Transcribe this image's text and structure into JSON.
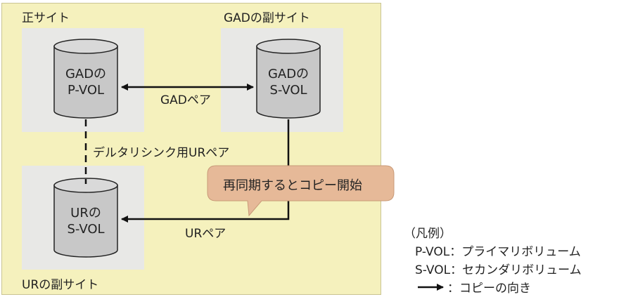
{
  "sites": {
    "primary": "正サイト",
    "gad_secondary": "GADの副サイト",
    "ur_secondary": "URの副サイト"
  },
  "volumes": {
    "gad_pvol": {
      "line1": "GADの",
      "line2": "P-VOL"
    },
    "gad_svol": {
      "line1": "GADの",
      "line2": "S-VOL"
    },
    "ur_svol": {
      "line1": "URの",
      "line2": "S-VOL"
    }
  },
  "pairs": {
    "gad_pair": "GADペア",
    "delta_resync": "デルタリシンク用URペア",
    "ur_pair": "URペア"
  },
  "callout": "再同期するとコピー開始",
  "legend": {
    "title": "（凡例）",
    "pvol": "P-VOL：プライマリボリューム",
    "svol": "S-VOL：セカンダリボリューム",
    "arrow": "：コピーの向き"
  },
  "colors": {
    "site_background": "#f5f1bd",
    "box_background": "#e8e8e6",
    "cylinder_fill": "#c8c8c8",
    "callout_fill": "#e6b998"
  }
}
